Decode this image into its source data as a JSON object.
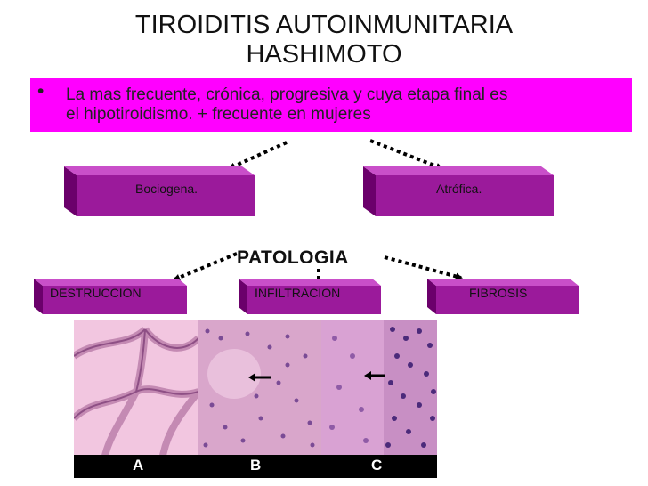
{
  "title": {
    "line1": "TIROIDITIS AUTOINMUNITARIA",
    "line2": "HASHIMOTO"
  },
  "bullet": {
    "symbol": "•",
    "line1": "La mas frecuente, crónica, progresiva y cuya etapa final es",
    "line2": "el hipotiroidismo. + frecuente en mujeres"
  },
  "types": [
    {
      "label": "Bociogena."
    },
    {
      "label": "Atrófica."
    }
  ],
  "patologia": "PATOLOGIA",
  "findings": [
    {
      "label": "DESTRUCCION"
    },
    {
      "label": "INFILTRACION"
    },
    {
      "label": "FIBROSIS"
    }
  ],
  "panels": [
    "A",
    "B",
    "C"
  ],
  "colors": {
    "bullet_bg": "#ff00ff",
    "box_front": "#9b1a9b",
    "box_top": "#c94fc9",
    "box_side": "#6b006b",
    "histo_pink": "#e9b3d6",
    "histo_purple": "#7a4aa0"
  }
}
